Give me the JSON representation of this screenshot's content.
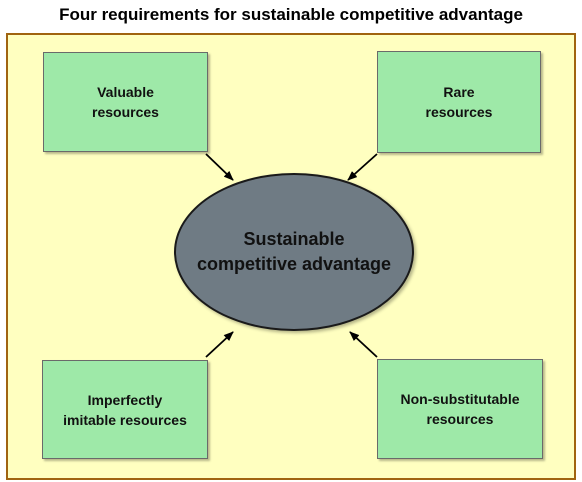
{
  "title": "Four requirements for sustainable competitive advantage",
  "center": {
    "label": "Sustainable\ncompetitive advantage"
  },
  "boxes": {
    "valuable": "Valuable\nresources",
    "rare": "Rare\nresources",
    "imitable": "Imperfectly\nimitable resources",
    "non_substitutable": "Non-substitutable\nresources"
  },
  "colors": {
    "panel_fill": "#ffffc0",
    "panel_border": "#a06410",
    "box_fill": "#9ee9a8",
    "ellipse_fill": "#6f7b84"
  }
}
